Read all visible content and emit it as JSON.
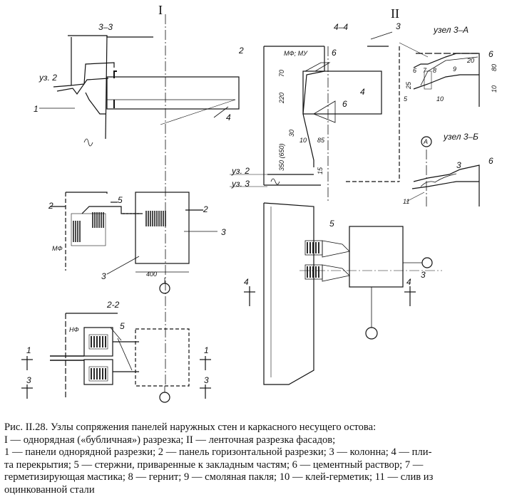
{
  "figure": {
    "part_labels": [
      "I",
      "II"
    ],
    "section_labels": [
      "3–3",
      "4–4",
      "2-2"
    ],
    "node_labels": [
      "узел 3–А",
      "узел 3–Б"
    ],
    "node_refs": [
      "уз. 2",
      "уз. 2",
      "уз. 3"
    ],
    "callouts": [
      "1",
      "2",
      "3",
      "4",
      "5",
      "6",
      "7",
      "8",
      "9",
      "10",
      "11"
    ],
    "marks": [
      "МФ; МУ",
      "МФ",
      "НФ",
      "А"
    ],
    "dimensions": [
      "400",
      "70",
      "220",
      "350 (650)",
      "30",
      "10",
      "85",
      "15",
      "25",
      "10",
      "80",
      "20"
    ]
  },
  "caption": {
    "title": "Рис. II.28. Узлы сопряжения панелей наружных стен и каркасного несущего остова:",
    "line2": "I — однорядная («бубличная») разрезка; II — ленточная разрезка фасадов;",
    "line3": "1 — панели однорядной разрезки; 2 — панель горизонтальной разрезки; 3 — колонна; 4 — пли-",
    "line4": "та перекрытия; 5 — стержни, приваренные к закладным частям; 6 — цементный раствор; 7 —",
    "line5": "герметизирующая мастика; 8 — гернит; 9 — смоляная пакля; 10 — клей-герметик; 11 — слив из",
    "line6": "оцинкованной стали"
  }
}
